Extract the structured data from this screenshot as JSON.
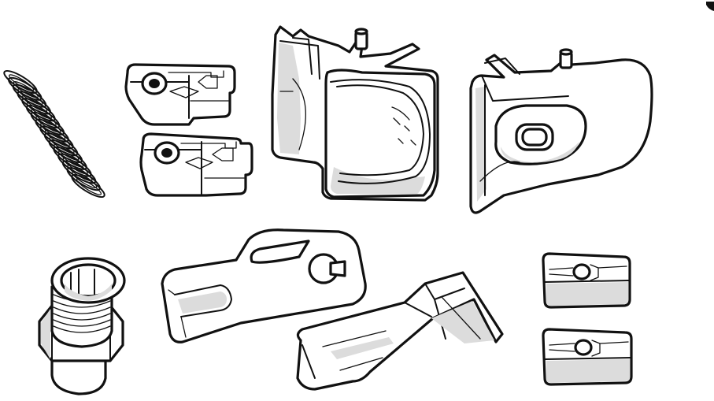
{
  "figure": {
    "type": "exploded parts illustration",
    "background_color": "#ffffff",
    "line_color": "#111111",
    "text_labels": []
  },
  "parts": [
    {
      "id": "spring",
      "icon": "coil-spring-icon"
    },
    {
      "id": "bracket-clip-upper",
      "icon": "bracket-clip-icon"
    },
    {
      "id": "bracket-clip-lower",
      "icon": "bracket-clip-icon"
    },
    {
      "id": "handle-housing-left",
      "icon": "door-handle-housing-icon"
    },
    {
      "id": "handle-cover-right",
      "icon": "door-handle-cover-icon"
    },
    {
      "id": "threaded-bushing",
      "icon": "threaded-bushing-icon"
    },
    {
      "id": "flat-lever-plate",
      "icon": "lever-plate-icon"
    },
    {
      "id": "bent-bracket",
      "icon": "bent-bracket-icon"
    },
    {
      "id": "retainer-clip-upper",
      "icon": "retainer-clip-icon"
    },
    {
      "id": "retainer-clip-lower",
      "icon": "retainer-clip-icon"
    }
  ]
}
